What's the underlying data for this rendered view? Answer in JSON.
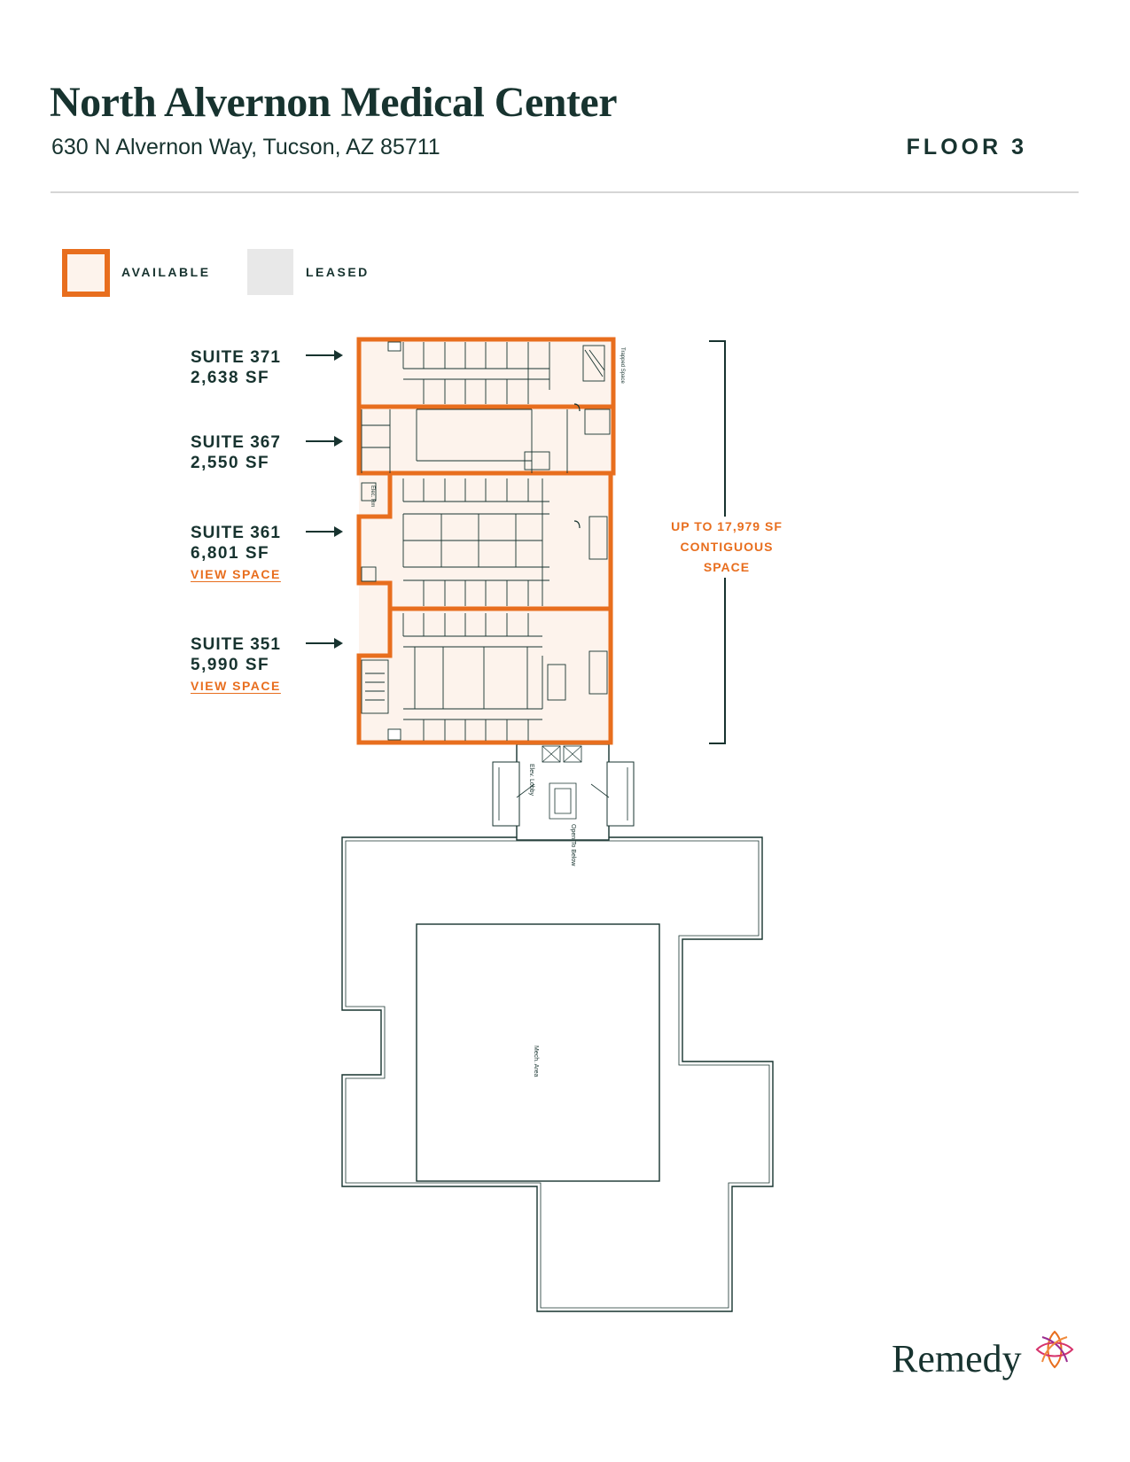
{
  "header": {
    "title": "North Alvernon Medical Center",
    "address": "630 N Alvernon Way, Tucson, AZ 85711",
    "floor": "FLOOR 3"
  },
  "legend": {
    "available": "AVAILABLE",
    "leased": "LEASED"
  },
  "suites": [
    {
      "name": "SUITE 371",
      "sf": "2,638 SF",
      "link": ""
    },
    {
      "name": "SUITE 367",
      "sf": "2,550 SF",
      "link": ""
    },
    {
      "name": "SUITE 361",
      "sf": "6,801 SF",
      "link": "VIEW SPACE"
    },
    {
      "name": "SUITE 351",
      "sf": "5,990 SF",
      "link": "VIEW SPACE"
    }
  ],
  "contiguous": {
    "line1": "UP TO 17,979 SF",
    "line2": "CONTIGUOUS",
    "line3": "SPACE"
  },
  "plan_labels": {
    "trapped_space": "Trapped Space",
    "elev_lobby": "Elev. Lobby",
    "elec_rm": "Elec. Rm",
    "open_to_below": "Open To Below",
    "mech_area": "Mech. Area"
  },
  "brand": {
    "logo": "Remedy",
    "accent": "#e86e1e",
    "text": "#17332f",
    "leased_fill": "#e8e8e8"
  }
}
